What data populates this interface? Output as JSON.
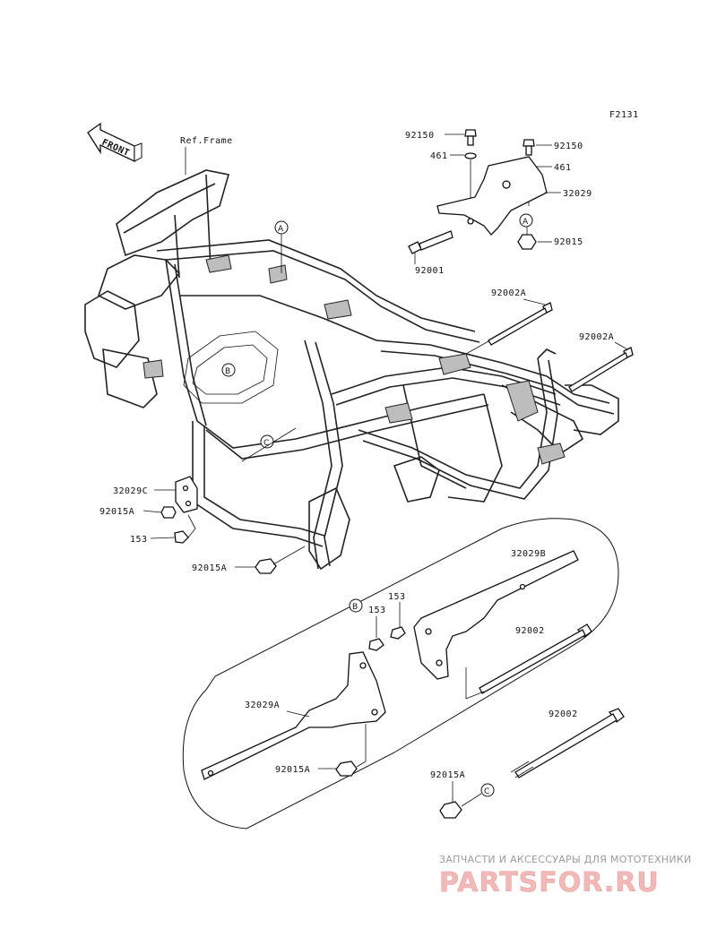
{
  "diagram": {
    "code": "F2131",
    "front_label": "FRONT",
    "ref_frame_label": "Ref.Frame",
    "callouts": {
      "A": "A",
      "B": "B",
      "C": "C"
    },
    "parts": {
      "p92150_left": "92150",
      "p461_left": "461",
      "p92150_right": "92150",
      "p461_right": "461",
      "p32029": "32029",
      "p92015": "92015",
      "p92001": "92001",
      "p92002A_top": "92002A",
      "p92002A_right": "92002A",
      "p32029C": "32029C",
      "p92015A_left": "92015A",
      "p153_left": "153",
      "p92015A_bottom": "92015A",
      "p32029B": "32029B",
      "p153_mid": "153",
      "p153_mid2": "153",
      "p92002_mid": "92002",
      "p32029A": "32029A",
      "p92015A_inset": "92015A",
      "p92002_bottom": "92002",
      "p92015A_lower": "92015A"
    }
  },
  "watermark": {
    "tagline": "ЗАПЧАСТИ И АКСЕССУАРЫ ДЛЯ МОТОТЕХНИКИ",
    "logo": "PARTSFOR.RU"
  }
}
